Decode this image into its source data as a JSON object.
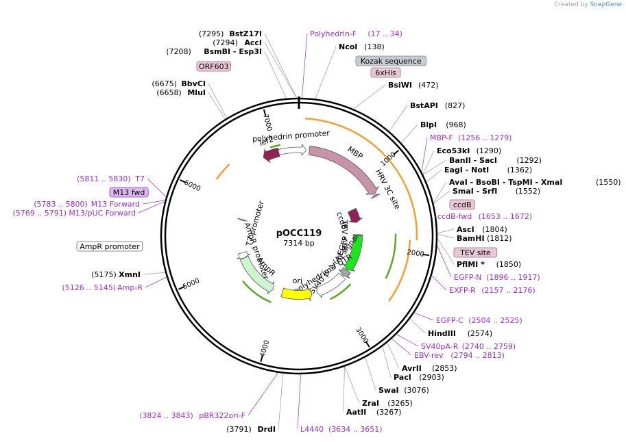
{
  "credit": {
    "prefix": "Created by",
    "brand": "SnapGene"
  },
  "plasmid": {
    "name": "pOCC119",
    "size": "7314 bp",
    "length": 7314
  },
  "ticks": [
    "1000",
    "2000",
    "3000",
    "4000",
    "5000",
    "6000",
    "7000"
  ],
  "features": [
    {
      "label": "MBP",
      "start": 140,
      "end": 1240,
      "ring": 1,
      "dir": 1,
      "color": "#c892a8"
    },
    {
      "label": "HRV 3C site",
      "start": 1253,
      "end": 1276,
      "ring": 1,
      "dir": 1,
      "color": "#c892a8"
    },
    {
      "label": "polyhedrin promoter",
      "start": 7030,
      "end": 100,
      "ring": 1,
      "dir": 1,
      "color": "#ffffff"
    },
    {
      "label": "lef2",
      "start": 6820,
      "end": 7040,
      "ring": 1,
      "dir": -1,
      "color": "#8e2455"
    },
    {
      "label": "ccdB",
      "start": 1300,
      "end": 1560,
      "ring": 2,
      "dir": 1,
      "color": "#8e2455"
    },
    {
      "label": "mEGFP",
      "start": 1815,
      "end": 2540,
      "ring": 2,
      "dir": 1,
      "color": "#1de61d"
    },
    {
      "label": "SV40 poly(A) signal",
      "start": 2550,
      "end": 2680,
      "ring": 2,
      "dir": 1,
      "color": "#a0a4a8"
    },
    {
      "label": "polyhedrin 3' UTR",
      "start": 2700,
      "end": 3300,
      "ring": 2,
      "dir": 1,
      "color": "#ffffff"
    },
    {
      "label": "ori",
      "start": 3400,
      "end": 3990,
      "ring": 2,
      "dir": -1,
      "color": "#ffff00"
    },
    {
      "label": "AmpR",
      "start": 4180,
      "end": 5040,
      "ring": 2,
      "dir": -1,
      "color": "#cff5cf"
    },
    {
      "label": "AmpR promoter",
      "start": 5040,
      "end": 5150,
      "ring": 2,
      "dir": -1,
      "color": "#ffffff"
    },
    {
      "label": "T7 promoter",
      "start": 5800,
      "end": 5820,
      "ring": 2,
      "dir": 1,
      "color": "#c892a8"
    },
    {
      "label": "TEV site",
      "start": 1800,
      "end": 1812,
      "ring": 2,
      "dir": 1,
      "color": "#a0a4a8"
    }
  ],
  "boxLabels": [
    {
      "text": "ORF603",
      "fill": "#e8c8d4",
      "stroke": "#a06a80"
    },
    {
      "text": "Kozak sequence",
      "fill": "#c8ccd0",
      "stroke": "#7a8088"
    },
    {
      "text": "6xHis",
      "fill": "#e8c8d4",
      "stroke": "#a06a80"
    },
    {
      "text": "ccdB",
      "fill": "#e8c8d4",
      "stroke": "#a06a80"
    },
    {
      "text": "TEV site",
      "fill": "#e8c8d4",
      "stroke": "#a06a80"
    },
    {
      "text": "M13 fwd",
      "fill": "#d8b8ee",
      "stroke": "#9b30c8"
    },
    {
      "text": "AmpR promoter",
      "fill": "#ffffff",
      "stroke": "#666666"
    }
  ],
  "sites": [
    {
      "name": "BstZ17I",
      "pos": "(7295)",
      "type": "enzyme",
      "bp": 7295
    },
    {
      "name": "AccI",
      "pos": "(7294)",
      "type": "enzyme",
      "bp": 7294
    },
    {
      "name": "BsmBI  - Esp3I",
      "pos": "(7208)",
      "type": "enzyme",
      "bp": 7208
    },
    {
      "name": "BbvCI",
      "pos": "(6675)",
      "type": "enzyme",
      "bp": 6675
    },
    {
      "name": "MluI",
      "pos": "(6658)",
      "type": "enzyme",
      "bp": 6658
    },
    {
      "name": "Polyhedrin-F",
      "pos": "(17 .. 34)",
      "type": "primer",
      "bp": 25
    },
    {
      "name": "NcoI",
      "pos": "(138)",
      "type": "enzyme",
      "bp": 138
    },
    {
      "name": "BsiWI",
      "pos": "(472)",
      "type": "enzyme",
      "bp": 472
    },
    {
      "name": "BstAPI",
      "pos": "(827)",
      "type": "enzyme",
      "bp": 827
    },
    {
      "name": "BlpI",
      "pos": "(968)",
      "type": "enzyme",
      "bp": 968
    },
    {
      "name": "MBP-F",
      "pos": "(1256 .. 1279)",
      "type": "primer",
      "bp": 1267
    },
    {
      "name": "Eco53kI",
      "pos": "(1290)",
      "type": "enzyme",
      "bp": 1290
    },
    {
      "name": "BanII  - SacI",
      "pos": "(1292)",
      "type": "enzyme",
      "bp": 1292
    },
    {
      "name": "EagI  - NotI",
      "pos": "(1362)",
      "type": "enzyme",
      "bp": 1362
    },
    {
      "name": "AvaI  - BsoBI  - TspMI  - XmaI",
      "pos": "(1550)",
      "type": "enzyme",
      "bp": 1550
    },
    {
      "name": "SmaI  - SrfI",
      "pos": "(1552)",
      "type": "enzyme",
      "bp": 1552
    },
    {
      "name": "ccdB-fwd",
      "pos": "(1653 .. 1672)",
      "type": "primer",
      "bp": 1662
    },
    {
      "name": "AscI",
      "pos": "(1804)",
      "type": "enzyme",
      "bp": 1804
    },
    {
      "name": "BamHI",
      "pos": "(1812)",
      "type": "enzyme",
      "bp": 1812
    },
    {
      "name": "PflMI *",
      "pos": "(1850)",
      "type": "enzyme",
      "bp": 1850
    },
    {
      "name": "EGFP-N",
      "pos": "(1896 .. 1917)",
      "type": "primer",
      "bp": 1906
    },
    {
      "name": "EXFP-R",
      "pos": "(2157 .. 2176)",
      "type": "primer",
      "bp": 2166
    },
    {
      "name": "EGFP-C",
      "pos": "(2504 .. 2525)",
      "type": "primer",
      "bp": 2514
    },
    {
      "name": "HindIII",
      "pos": "(2574)",
      "type": "enzyme",
      "bp": 2574
    },
    {
      "name": "SV40pA-R",
      "pos": "(2740 .. 2759)",
      "type": "primer",
      "bp": 2749
    },
    {
      "name": "EBV-rev",
      "pos": "(2794 .. 2813)",
      "type": "primer",
      "bp": 2803
    },
    {
      "name": "AvrII",
      "pos": "(2853)",
      "type": "enzyme",
      "bp": 2853
    },
    {
      "name": "PacI",
      "pos": "(2903)",
      "type": "enzyme",
      "bp": 2903
    },
    {
      "name": "SwaI",
      "pos": "(3076)",
      "type": "enzyme",
      "bp": 3076
    },
    {
      "name": "ZraI",
      "pos": "(3265)",
      "type": "enzyme",
      "bp": 3265
    },
    {
      "name": "AatII",
      "pos": "(3267)",
      "type": "enzyme",
      "bp": 3267
    },
    {
      "name": "L4440",
      "pos": "(3634 .. 3651)",
      "type": "primer",
      "bp": 3642
    },
    {
      "name": "DrdI",
      "pos": "(3791)",
      "type": "enzyme",
      "bp": 3791
    },
    {
      "name": "pBR322ori-F",
      "pos": "(3824 .. 3843)",
      "type": "primer",
      "bp": 3833
    },
    {
      "name": "Amp-R",
      "pos": "(5126 .. 5145)",
      "type": "primer",
      "bp": 5135
    },
    {
      "name": "XmnI",
      "pos": "(5175)",
      "type": "enzyme",
      "bp": 5175
    },
    {
      "name": "M13/pUC Forward",
      "pos": "(5769 .. 5791)",
      "type": "primer",
      "bp": 5780
    },
    {
      "name": "M13 Forward",
      "pos": "(5783 .. 5800)",
      "type": "primer",
      "bp": 5791
    },
    {
      "name": "T7",
      "pos": "(5811 .. 5830)",
      "type": "primer",
      "bp": 5820
    }
  ],
  "colors": {
    "primer": "#9b30c8",
    "enzyme": "#000000",
    "orf": "#f0a030",
    "arrowGreen": "#55aa22"
  }
}
